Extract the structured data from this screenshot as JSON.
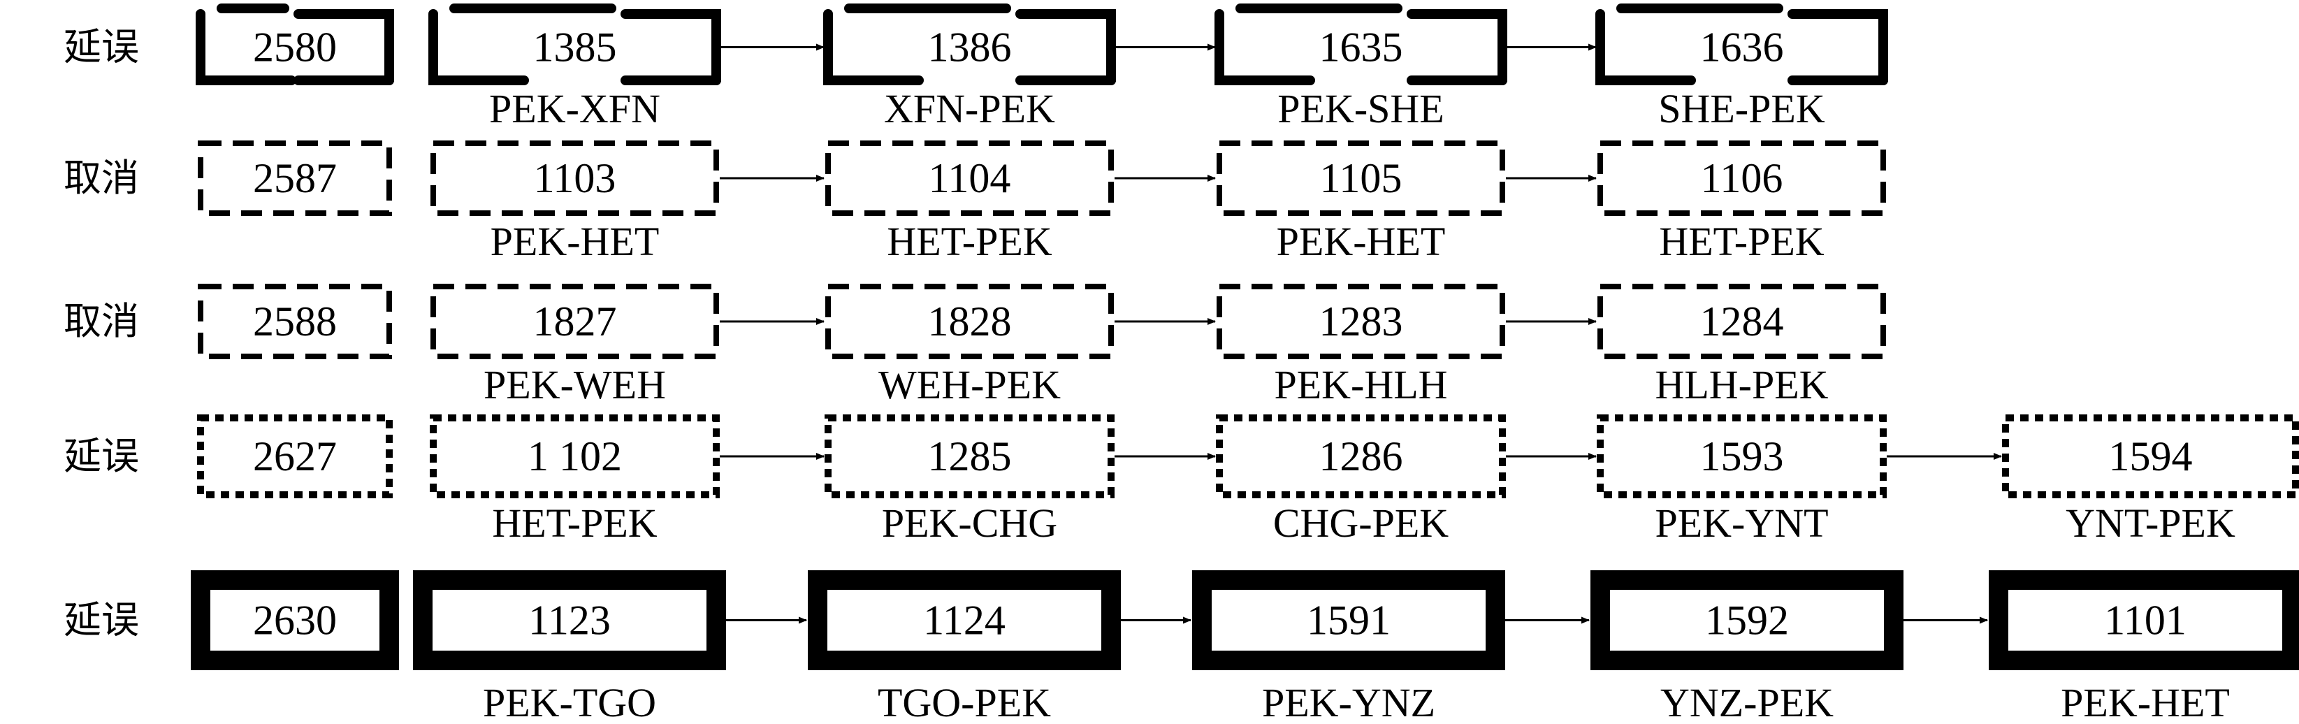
{
  "rows": [
    {
      "status": "延误",
      "style": "corner",
      "lead": "2580",
      "flights": [
        {
          "number": "1385",
          "route": "PEK-XFN"
        },
        {
          "number": "1386",
          "route": "XFN-PEK"
        },
        {
          "number": "1635",
          "route": "PEK-SHE"
        },
        {
          "number": "1636",
          "route": "SHE-PEK"
        }
      ]
    },
    {
      "status": "取消",
      "style": "dashed",
      "lead": "2587",
      "flights": [
        {
          "number": "1103",
          "route": "PEK-HET"
        },
        {
          "number": "1104",
          "route": "HET-PEK"
        },
        {
          "number": "1105",
          "route": "PEK-HET"
        },
        {
          "number": "1106",
          "route": "HET-PEK"
        }
      ]
    },
    {
      "status": "取消",
      "style": "dashed",
      "lead": "2588",
      "flights": [
        {
          "number": "1827",
          "route": "PEK-WEH"
        },
        {
          "number": "1828",
          "route": "WEH-PEK"
        },
        {
          "number": "1283",
          "route": "PEK-HLH"
        },
        {
          "number": "1284",
          "route": "HLH-PEK"
        }
      ]
    },
    {
      "status": "延误",
      "style": "dotted",
      "lead": "2627",
      "flights": [
        {
          "number": "1 102",
          "route": "HET-PEK"
        },
        {
          "number": "1285",
          "route": "PEK-CHG"
        },
        {
          "number": "1286",
          "route": "CHG-PEK"
        },
        {
          "number": "1593",
          "route": "PEK-YNT"
        },
        {
          "number": "1594",
          "route": "YNT-PEK"
        }
      ]
    },
    {
      "status": "延误",
      "style": "thick",
      "lead": "2630",
      "flights": [
        {
          "number": "1123",
          "route": "PEK-TGO"
        },
        {
          "number": "1124",
          "route": "TGO-PEK"
        },
        {
          "number": "1591",
          "route": "PEK-YNZ"
        },
        {
          "number": "1592",
          "route": "YNZ-PEK"
        },
        {
          "number": "1101",
          "route": "PEK-HET"
        }
      ]
    }
  ]
}
